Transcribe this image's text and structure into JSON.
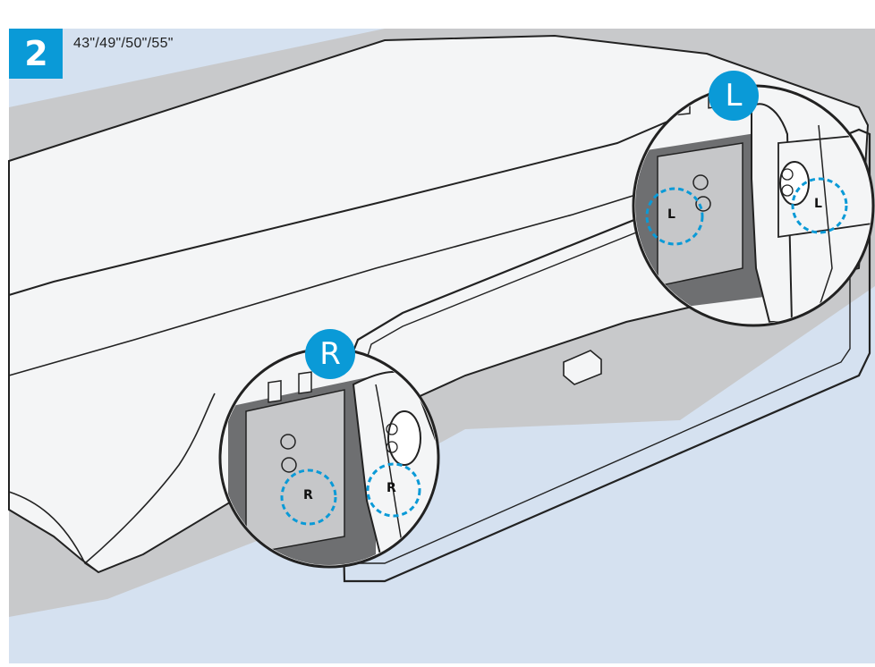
{
  "step": {
    "number": "2"
  },
  "sizes_label": "43\"/49\"/50\"/55\"",
  "callouts": {
    "left": {
      "letter": "L",
      "marker_letter": "L"
    },
    "right": {
      "letter": "R",
      "marker_letter": "R"
    }
  },
  "colors": {
    "accent_blue": "#0a9ad7",
    "background_blue": "#d5e1f0",
    "tv_back": "#f4f5f6",
    "table_gray": "#c8c9cb",
    "stand_gray": "#777777",
    "bracket_dark": "#5d5e60",
    "line": "#222222"
  },
  "icons": {
    "step_badge": "square-badge",
    "callout_left": "zoom-circle-left-bracket",
    "callout_right": "zoom-circle-right-bracket",
    "marker": "dashed-circle-highlight"
  }
}
